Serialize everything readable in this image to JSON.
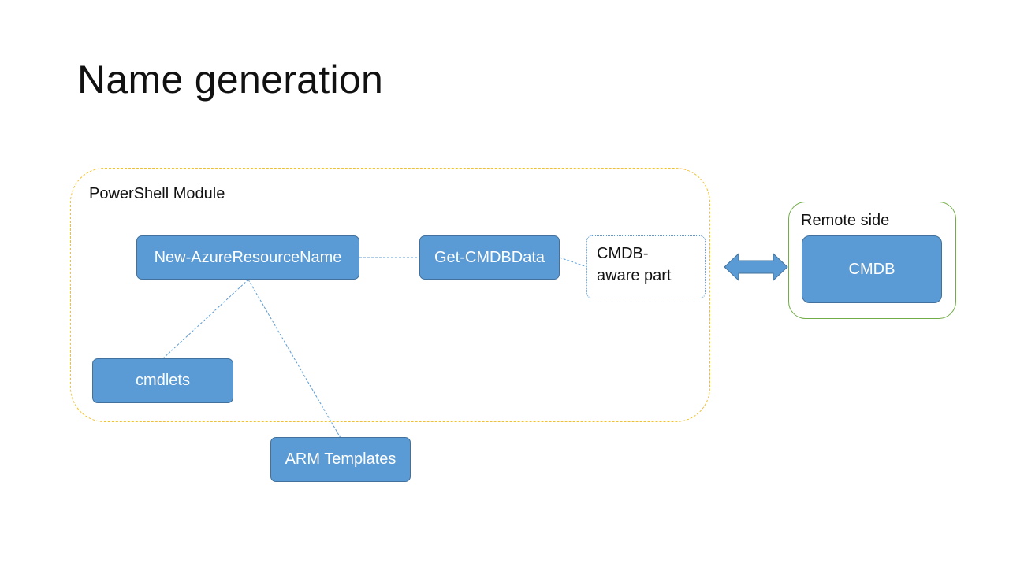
{
  "slide": {
    "title": "Name generation"
  },
  "powershell_module": {
    "label": "PowerShell Module",
    "nodes": {
      "new_azure_resource_name": "New-AzureResourceName",
      "get_cmdb_data": "Get-CMDBData",
      "cmdb_aware_part": "CMDB-\naware part",
      "cmdlets": "cmdlets"
    }
  },
  "external": {
    "arm_templates": "ARM Templates"
  },
  "remote_side": {
    "label": "Remote side",
    "cmdb": "CMDB"
  },
  "colors": {
    "node_fill": "#5b9bd5",
    "node_border": "#41719c",
    "module_border": "#f2c12e",
    "remote_border": "#70ad47",
    "connector": "#5b9bd5"
  }
}
